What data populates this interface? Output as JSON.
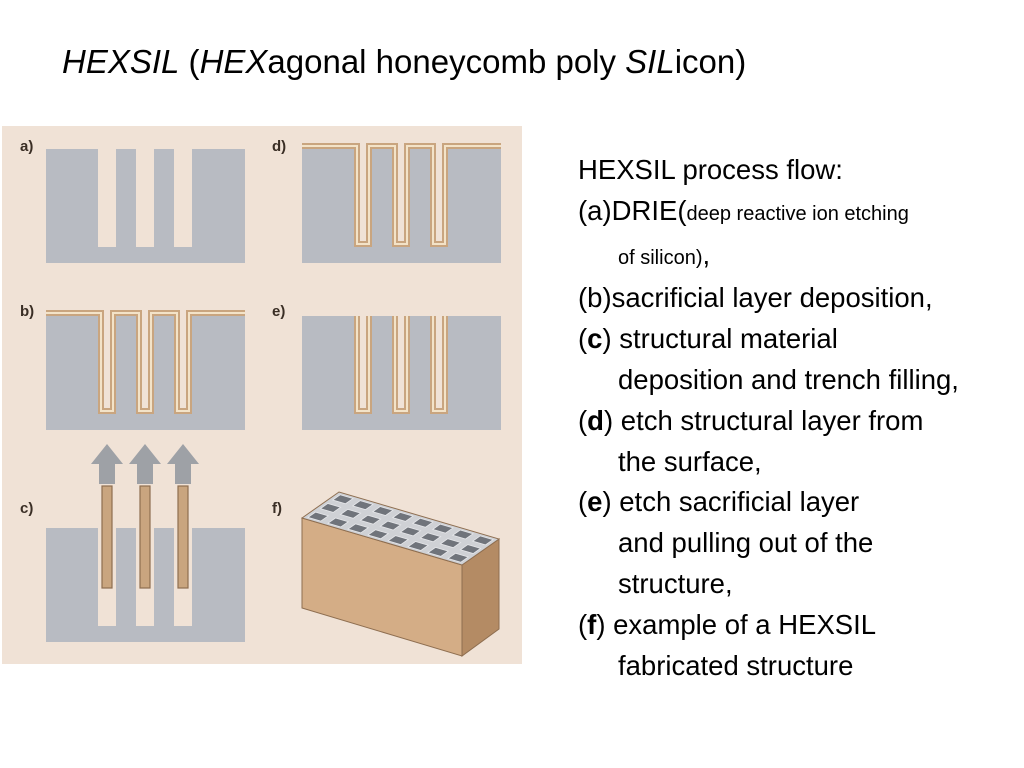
{
  "slide": {
    "title_parts": [
      "HEXSIL",
      " (",
      "HEX",
      "agonal honeycomb poly ",
      "SIL",
      "icon)"
    ]
  },
  "figure": {
    "panel_labels": [
      "a)",
      "b)",
      "c)",
      "d)",
      "e)",
      "f)"
    ]
  },
  "colors": {
    "figure_background": "#f0e2d6",
    "silicon": "#b8bbc2",
    "polysilicon": "#c9a57f",
    "sacrificial_layer": "#f3e3c8",
    "arrow": "#9ea1a6"
  },
  "process": {
    "heading": "HEXSIL process flow:",
    "a_marker": "(a)",
    "a_text": "DRIE(",
    "a_small_1": "deep reactive ion etching",
    "a_small_2": "of silicon)",
    "a_end": ",",
    "b_text": "(b)sacrificial layer deposition,",
    "c_open": "(",
    "c_letter": "c",
    "c_text": ") structural material",
    "c_text2": "deposition and trench filling,",
    "d_open": "(",
    "d_letter": "d",
    "d_text": ") etch structural layer from",
    "d_text2": "the surface,",
    "e_open": "(",
    "e_letter": "e",
    "e_text": ") etch sacrificial layer",
    "e_text2": "and pulling out of the",
    "e_text3": "structure,",
    "f_open": "(",
    "f_letter": "f",
    "f_text": ") example of a HEXSIL",
    "f_text2": "fabricated structure"
  }
}
